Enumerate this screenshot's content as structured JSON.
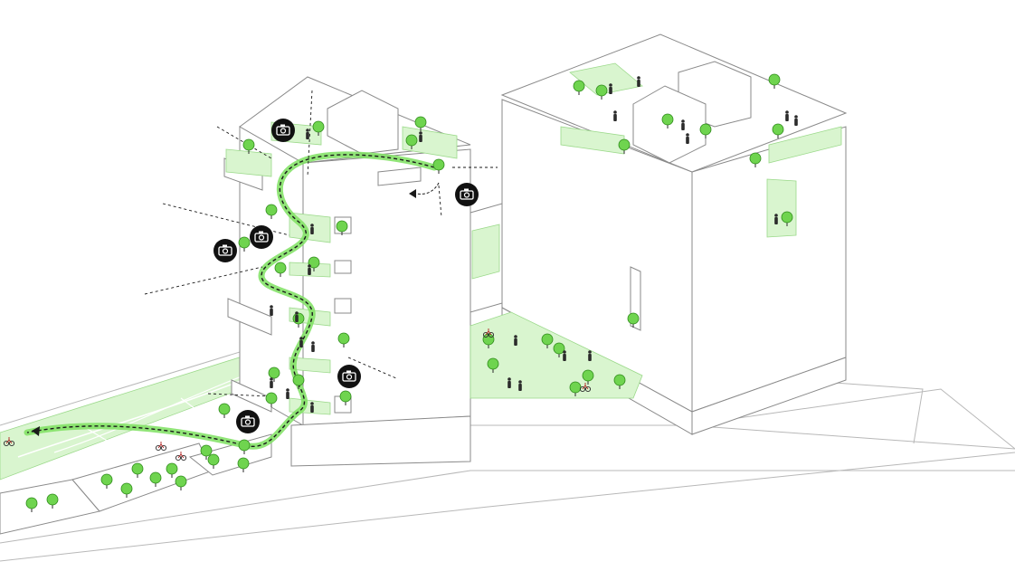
{
  "colors": {
    "route_green": "#7ee060",
    "patch_green": "#d9f5cf",
    "tree_green": "#6fd44f",
    "line_grey": "#b8b8b8",
    "marker_black": "#111111"
  },
  "icons": {
    "camera": "camera-icon",
    "tree": "tree-icon",
    "person": "person-icon",
    "bicycle": "bicycle-icon",
    "arrow": "arrow-icon"
  },
  "camera_count": 6,
  "tree_count": 46,
  "figure_count": 24,
  "bicycle_count": 5
}
